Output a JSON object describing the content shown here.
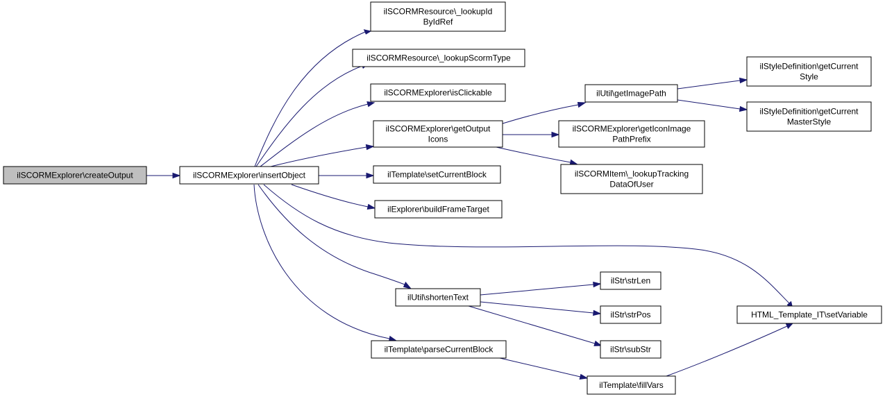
{
  "graph": {
    "edge_color": "#191970",
    "root_fill": "#bfbfbf",
    "nodes": {
      "createOutput": [
        "ilSCORMExplorer\\createOutput"
      ],
      "insertObject": [
        "ilSCORMExplorer\\insertObject"
      ],
      "lookupIdByIdRef": [
        "ilSCORMResource\\_lookupId",
        "ByIdRef"
      ],
      "lookupScormType": [
        "ilSCORMResource\\_lookupScormType"
      ],
      "isClickable": [
        "ilSCORMExplorer\\isClickable"
      ],
      "getOutputIcons": [
        "ilSCORMExplorer\\getOutput",
        "Icons"
      ],
      "setCurrentBlock": [
        "ilTemplate\\setCurrentBlock"
      ],
      "buildFrameTarget": [
        "ilExplorer\\buildFrameTarget"
      ],
      "shortenText": [
        "ilUtil\\shortenText"
      ],
      "parseCurrentBlock": [
        "ilTemplate\\parseCurrentBlock"
      ],
      "getImagePath": [
        "ilUtil\\getImagePath"
      ],
      "getIconImagePathPrefix": [
        "ilSCORMExplorer\\getIconImage",
        "PathPrefix"
      ],
      "lookupTrackingDataOfUser": [
        "ilSCORMItem\\_lookupTracking",
        "DataOfUser"
      ],
      "getCurrentStyle": [
        "ilStyleDefinition\\getCurrent",
        "Style"
      ],
      "getCurrentMasterStyle": [
        "ilStyleDefinition\\getCurrent",
        "MasterStyle"
      ],
      "strLen": [
        "ilStr\\strLen"
      ],
      "strPos": [
        "ilStr\\strPos"
      ],
      "subStr": [
        "ilStr\\subStr"
      ],
      "setVariable": [
        "HTML_Template_IT\\setVariable"
      ],
      "fillVars": [
        "ilTemplate\\fillVars"
      ]
    }
  }
}
